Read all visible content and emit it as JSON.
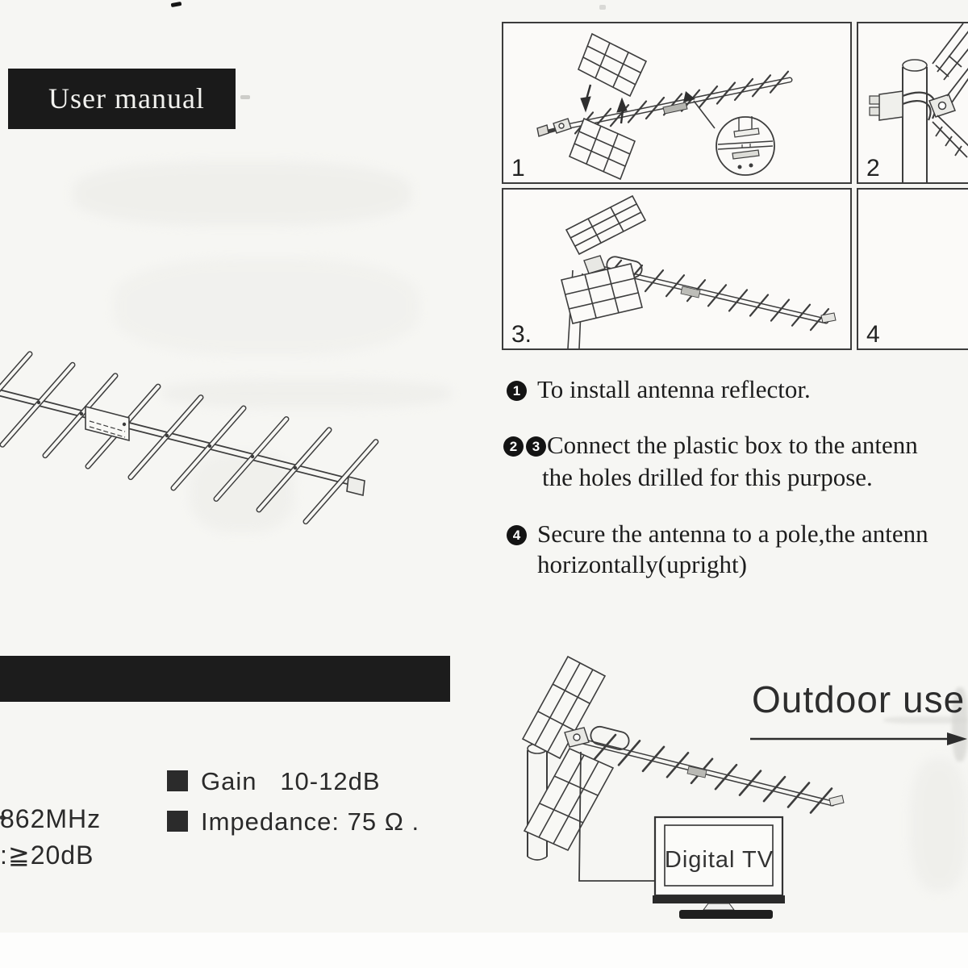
{
  "banner": {
    "title": "User manual"
  },
  "panels": {
    "n1": "1",
    "n2": "2",
    "n3": "3.",
    "n4": "4"
  },
  "steps": {
    "s1": {
      "num": "1",
      "text": "To install antenna reflector."
    },
    "s2": {
      "num_a": "2",
      "num_b": "3",
      "line1": "Connect the plastic box to the antenn",
      "line2": "the holes drilled for this purpose."
    },
    "s3": {
      "num": "4",
      "line1": "Secure the antenna to a pole,the antenn",
      "line2": "horizontally(upright)"
    }
  },
  "specs": {
    "gain": "Gain   10-12dB",
    "impedance": "Impedance: 75 Ω .",
    "frequency_fragment": "862MHz",
    "front_back_fragment": ":≧20dB"
  },
  "outdoor": {
    "label": "Outdoor use"
  },
  "tv": {
    "label": "Digital TV"
  },
  "colors": {
    "ink": "#2a2a2a",
    "banner_bg": "#1a1a1a",
    "line": "#3d3d3d"
  }
}
